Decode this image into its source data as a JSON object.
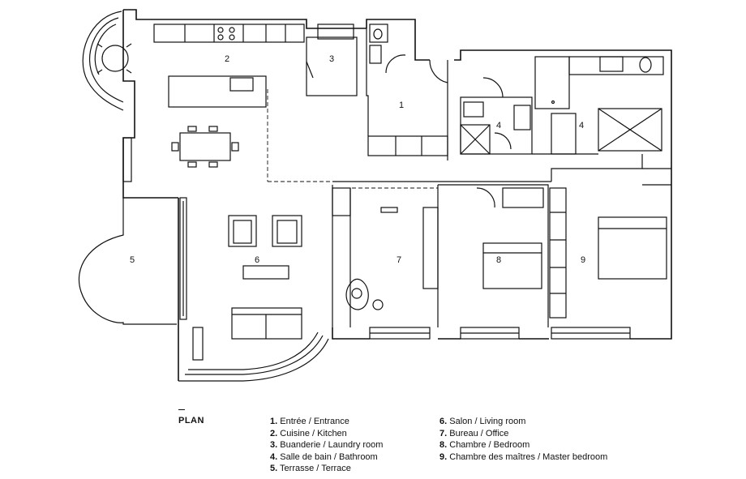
{
  "plan": {
    "title": "PLAN",
    "room_labels": [
      {
        "id": "1",
        "text": "1"
      },
      {
        "id": "2",
        "text": "2"
      },
      {
        "id": "3",
        "text": "3"
      },
      {
        "id": "4a",
        "text": "4"
      },
      {
        "id": "4b",
        "text": "4"
      },
      {
        "id": "5",
        "text": "5"
      },
      {
        "id": "6",
        "text": "6"
      },
      {
        "id": "7",
        "text": "7"
      },
      {
        "id": "8",
        "text": "8"
      },
      {
        "id": "9",
        "text": "9"
      }
    ]
  },
  "legend": {
    "left": [
      {
        "num": "1.",
        "text": "Entrée / Entrance"
      },
      {
        "num": "2.",
        "text": "Cuisine / Kitchen"
      },
      {
        "num": "3.",
        "text": "Buanderie / Laundry room"
      },
      {
        "num": "4.",
        "text": "Salle de bain / Bathroom"
      },
      {
        "num": "5.",
        "text": "Terrasse / Terrace"
      }
    ],
    "right": [
      {
        "num": "6.",
        "text": "Salon / Living room"
      },
      {
        "num": "7.",
        "text": "Bureau / Office"
      },
      {
        "num": "8.",
        "text": "Chambre / Bedroom"
      },
      {
        "num": "9.",
        "text": "Chambre des maîtres / Master bedroom"
      }
    ]
  }
}
